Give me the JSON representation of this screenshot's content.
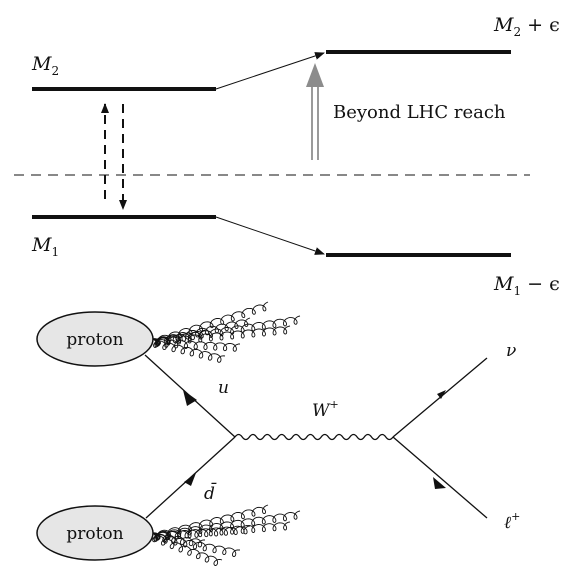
{
  "levels": {
    "m2_label": "M",
    "m2_sub": "2",
    "m1_label": "M",
    "m1_sub": "1",
    "m2_shift_main": "M",
    "m2_shift_sub": "2",
    "m2_shift_tail": " + ϵ",
    "m1_shift_main": "M",
    "m1_shift_sub": "1",
    "m1_shift_tail": " − ϵ",
    "reach_label": "Beyond LHC reach"
  },
  "feynman": {
    "proton_top": "proton",
    "proton_bottom": "proton",
    "quark_u": "u",
    "quark_dbar": "d̄",
    "boson_main": "W",
    "boson_sup": "+",
    "neutrino": "ν",
    "lepton_main": "ℓ",
    "lepton_sup": "+"
  },
  "colors": {
    "line": "#111111",
    "reach_arrow": "#9a9a9a",
    "proton_fill": "#e6e6e6"
  }
}
